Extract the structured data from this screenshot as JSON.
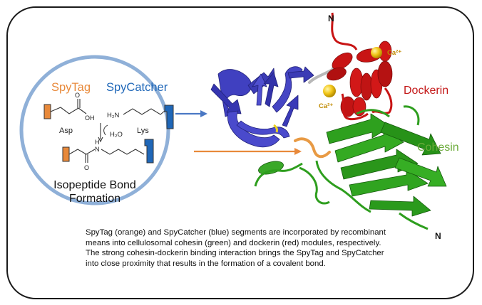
{
  "left_panel": {
    "spytag": "SpyTag",
    "spycatcher": "SpyCatcher",
    "h2n": "H₂N",
    "oh": "OH",
    "o": "O",
    "asp": "Asp",
    "lys": "Lys",
    "water": "H₂O",
    "h": "H",
    "n": "N",
    "o2": "O",
    "title_line1": "Isopeptide Bond",
    "title_line2": "Formation"
  },
  "protein": {
    "n_top": "N",
    "n_bottom": "N",
    "ca1": "Ca²⁺",
    "ca2": "Ca²⁺",
    "dockerin": "Dockerin",
    "cohesin": "Cohesin"
  },
  "caption": {
    "line1": "SpyTag (orange) and SpyCatcher (blue) segments are incorporated by recombinant",
    "line2": "means into cellulosomal cohesin (green) and dockerin (red) modules, respectively.",
    "line3": "The strong cohesin-dockerin binding interaction brings the SpyTag and SpyCatcher",
    "line4": "into close proximity that results in the formation of a covalent bond."
  },
  "colors": {
    "spytag": "#e8893a",
    "spycatcher": "#1f67b8",
    "dockerin": "#c41a1a",
    "cohesin": "#6bab3a",
    "circle": "#8fb0d8",
    "blue_protein": "#3b3bb5",
    "green_protein": "#2e9e1e",
    "red_protein": "#c81414"
  }
}
